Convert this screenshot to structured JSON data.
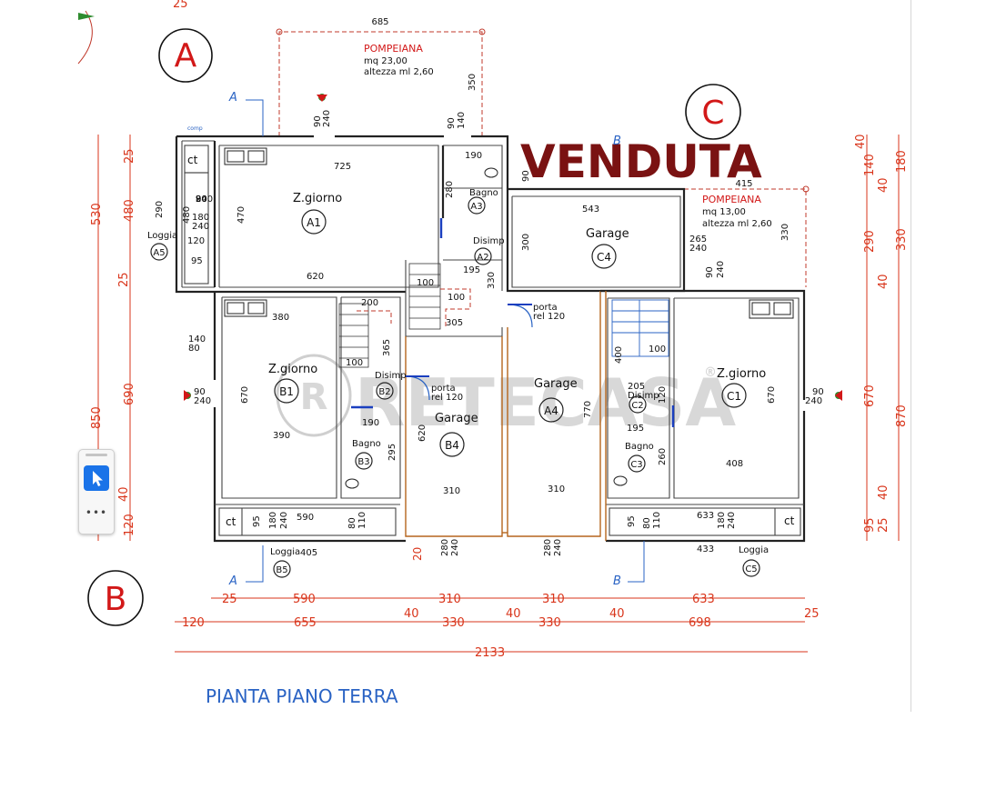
{
  "status_stamp": "VENDUTA",
  "plan_title": "PIANTA PIANO TERRA",
  "watermark": {
    "brand": "RETECASA",
    "reg_mark": "®"
  },
  "big_labels": {
    "a": "A",
    "b": "B",
    "c": "C"
  },
  "pompeiana_top": {
    "name": "POMPEIANA",
    "area": "mq 23,00",
    "height": "altezza ml 2,60",
    "width": "685",
    "depth": "350"
  },
  "pompeiana_right": {
    "name": "POMPEIANA",
    "area": "mq 13,00",
    "height": "altezza ml 2,60",
    "width": "415",
    "depth": "330"
  },
  "section": {
    "a": "A",
    "b": "B"
  },
  "rooms": {
    "a1": {
      "name": "Z.giorno",
      "code": "A1",
      "w": "725",
      "h": "470",
      "w2": "620"
    },
    "a2": {
      "name": "Disimp",
      "code": "A2",
      "w": "195",
      "h": "330"
    },
    "a3": {
      "name": "Bagno",
      "code": "A3",
      "w": "190",
      "h": "280"
    },
    "a5": {
      "name": "Loggia",
      "code": "A5",
      "h": "290",
      "w": "120",
      "w2": "95",
      "ct": "ct"
    },
    "b1": {
      "name": "Z.giorno",
      "code": "B1",
      "w": "380",
      "h": "670",
      "w2": "390"
    },
    "b2": {
      "name": "Disimp",
      "code": "B2",
      "w": "190"
    },
    "b3": {
      "name": "Bagno",
      "code": "B3",
      "h": "295"
    },
    "b4": {
      "name": "Garage",
      "code": "B4",
      "h": "620",
      "w": "310"
    },
    "b5": {
      "name": "Loggia",
      "code": "B5",
      "w": "405",
      "w2": "590",
      "ct": "ct"
    },
    "a4": {
      "name": "Garage",
      "code": "A4",
      "h": "770",
      "w": "310"
    },
    "c4": {
      "name": "Garage",
      "code": "C4",
      "w": "543",
      "h": "300"
    },
    "c1": {
      "name": "Z.giorno",
      "code": "C1",
      "h": "670",
      "w": "408"
    },
    "c2": {
      "name": "Disimp",
      "code": "C2",
      "w": "205",
      "h": "120"
    },
    "c3": {
      "name": "Bagno",
      "code": "C3",
      "w": "195",
      "h": "260"
    },
    "c5": {
      "name": "Loggia",
      "code": "C5",
      "w": "433",
      "w2": "633",
      "ct": "ct"
    }
  },
  "doors": {
    "porta1": {
      "l1": "porta",
      "l2": "rel 120"
    },
    "porta2": {
      "l1": "porta",
      "l2": "rel 120"
    }
  },
  "openings": {
    "o1": {
      "a": "90",
      "b": "240"
    },
    "o2": {
      "a": "90",
      "b": "140"
    },
    "o3": {
      "a": "180",
      "b": "240"
    },
    "o4": {
      "a": "265",
      "b": "240"
    },
    "o5": {
      "a": "90",
      "b": "240"
    },
    "o6": {
      "a": "140",
      "b": "80"
    },
    "o7": {
      "a": "90",
      "b": "240"
    },
    "o8": {
      "a": "90",
      "b": "240"
    },
    "o9": {
      "a": "90",
      "b": "240"
    },
    "o10": {
      "a": "180",
      "b": "240"
    },
    "o11": {
      "a": "80",
      "b": "110"
    },
    "o12": {
      "a": "280",
      "b": "240"
    },
    "o13": {
      "a": "280",
      "b": "240"
    },
    "o14": {
      "a": "80",
      "b": "110"
    },
    "o15": {
      "a": "180",
      "b": "240"
    },
    "o16": {
      "a": "90",
      "b": "240"
    },
    "o17": {
      "a": "80",
      "b": "90"
    }
  },
  "stairs": {
    "s1a": "100",
    "s1b": "100",
    "s1c": "305",
    "s2a": "200",
    "s2b": "365",
    "s2c": "100",
    "s3a": "400",
    "s3b": "100"
  },
  "misc": {
    "q95a": "95",
    "q95b": "95",
    "w95": "95",
    "d20": "20",
    "d25top": "25"
  },
  "dims_bottom_row1": [
    "25",
    "590",
    "310",
    "310",
    "633",
    "25"
  ],
  "dims_bottom_row2": [
    "120",
    "655",
    "330",
    "330",
    "698"
  ],
  "dims_bottom_small": [
    "40",
    "40",
    "40"
  ],
  "dims_total": "2133",
  "dims_left_outer": [
    "530",
    "850"
  ],
  "dims_left_inner": [
    "25",
    "480",
    "25",
    "690",
    "40",
    "120"
  ],
  "dims_right_inner": [
    "40",
    "140",
    "40",
    "290",
    "40",
    "670",
    "40",
    "95"
  ],
  "dims_right_outer": [
    "180",
    "330",
    "870",
    "25"
  ],
  "colors": {
    "dimension": "#d9351b",
    "wall": "#222222",
    "stamp": "#7a1212",
    "blue_annotation": "#2a63c4",
    "tool_accent": "#1a73e8"
  }
}
